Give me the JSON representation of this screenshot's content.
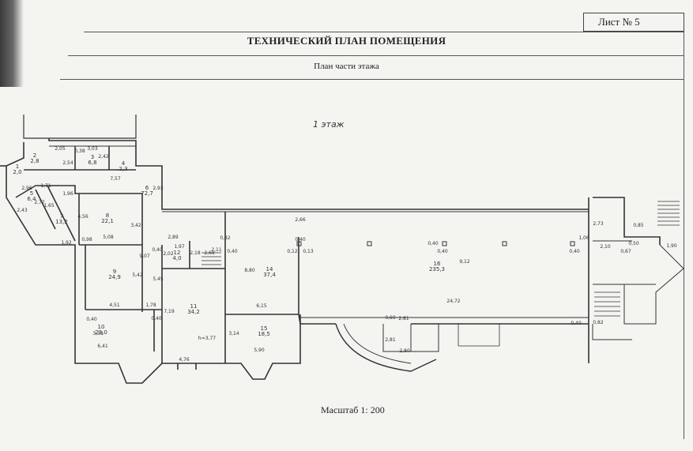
{
  "sheet": {
    "label": "Лист № 5"
  },
  "title": "ТЕХНИЧЕСКИЙ ПЛАН ПОМЕЩЕНИЯ",
  "subtitle": "План части этажа",
  "floor_label": "1 этаж",
  "scale": "Масштаб 1: 200",
  "rooms": [
    {
      "number": "1",
      "area": "2,0"
    },
    {
      "number": "2",
      "area": "2,8"
    },
    {
      "number": "3",
      "area": "6,8"
    },
    {
      "number": "4",
      "area": "2,3"
    },
    {
      "number": "5",
      "area": "6,4"
    },
    {
      "number": "6",
      "area": "72,7"
    },
    {
      "number": "7",
      "area": "13,2"
    },
    {
      "number": "8",
      "area": "22,1"
    },
    {
      "number": "9",
      "area": "24,9"
    },
    {
      "number": "10",
      "area": "23,0"
    },
    {
      "number": "11",
      "area": "34,2"
    },
    {
      "number": "12",
      "area": "4,0"
    },
    {
      "number": "14",
      "area": "37,4"
    },
    {
      "number": "15",
      "area": "18,5"
    },
    {
      "number": "16",
      "area": "235,3"
    }
  ],
  "dimensions": {
    "d_205": "2,05",
    "d_038": "0,38",
    "d_303": "3,03",
    "d_242": "2,42",
    "d_757": "7,57",
    "d_254": "2,54",
    "d_296": "2,96",
    "d_196": "1,96",
    "d_243": "2,43",
    "d_171": "1,71",
    "d_293": "2,93",
    "d_177": "2,77",
    "d_165": "1,65",
    "d_456": "4,56",
    "d_342": "3,42",
    "d_192": "1,92",
    "d_098": "0,98",
    "d_508": "5,08",
    "d_907": "9,07",
    "d_542": "5,42",
    "d_545": "5,45",
    "d_289": "2,89",
    "d_040a": "0,40",
    "d_197": "1,97",
    "d_202": "2,02",
    "d_218": "2,18",
    "d_268": "2,68",
    "d_211": "2,11",
    "d_082": "0,82",
    "d_040b": "0,40",
    "d_880": "8,80",
    "d_012a": "0,12",
    "d_040c": "0,40",
    "d_013": "0,13",
    "d_266": "2,66",
    "d_040d": "0,40",
    "d_040e": "0,40",
    "d_912": "9,12",
    "d_451": "4,51",
    "d_178": "1,78",
    "d_040f": "0,40",
    "d_040g": "0,40",
    "d_719": "7,19",
    "d_615": "6,15",
    "d_2472": "24,72",
    "d_338": "3,38",
    "d_641": "6,41",
    "d_476": "4,76",
    "d_h377": "h=3,77",
    "d_314": "3,14",
    "d_590": "5,90",
    "d_069": "0,69",
    "d_281a": "2,81",
    "d_281b": "2,81",
    "d_280": "2,80",
    "d_273": "2,73",
    "d_106": "1,06",
    "d_040h": "0,40",
    "d_210": "2,10",
    "d_067": "0,67",
    "d_050": "0,50",
    "d_085": "0,85",
    "d_190": "1,90",
    "d_082b": "0,82",
    "d_040i": "0,40"
  },
  "colors": {
    "ink": "#333333",
    "paper": "#f4f4f1",
    "frame": "#555555"
  }
}
